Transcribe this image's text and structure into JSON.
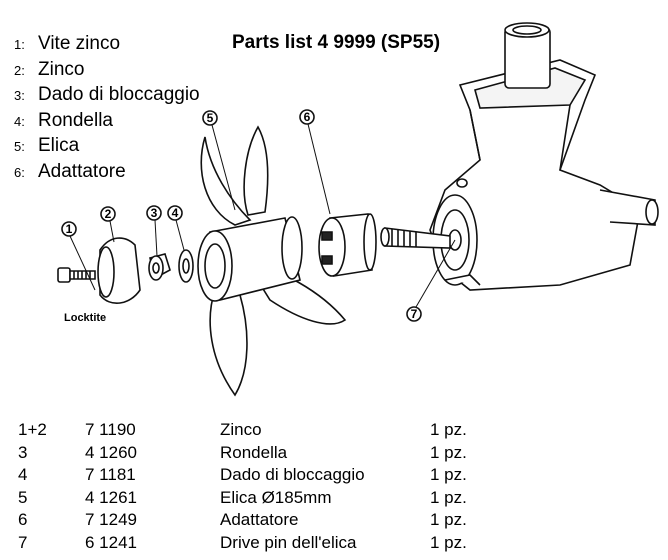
{
  "title": "Parts list 4 9999 (SP55)",
  "legend": [
    {
      "num": "1:",
      "label": "Vite zinco"
    },
    {
      "num": "2:",
      "label": "Zinco"
    },
    {
      "num": "3:",
      "label": "Dado di bloccaggio"
    },
    {
      "num": "4:",
      "label": "Rondella"
    },
    {
      "num": "5:",
      "label": "Elica"
    },
    {
      "num": "6:",
      "label": "Adattatore"
    }
  ],
  "callouts": [
    "1",
    "2",
    "3",
    "4",
    "5",
    "6",
    "7"
  ],
  "note": "Locktite",
  "table": [
    {
      "ref": "1+2",
      "code": "7 1190",
      "name": "Zinco",
      "qty": "1 pz."
    },
    {
      "ref": "3",
      "code": "4 1260",
      "name": "Rondella",
      "qty": "1 pz."
    },
    {
      "ref": "4",
      "code": "7 1181",
      "name": "Dado di bloccaggio",
      "qty": "1 pz."
    },
    {
      "ref": "5",
      "code": "4 1261",
      "name": "Elica Ø185mm",
      "qty": "1 pz."
    },
    {
      "ref": "6",
      "code": "7 1249",
      "name": "Adattatore",
      "qty": "1 pz."
    },
    {
      "ref": "7",
      "code": "6 1241",
      "name": "Drive pin dell'elica",
      "qty": "1 pz."
    }
  ]
}
